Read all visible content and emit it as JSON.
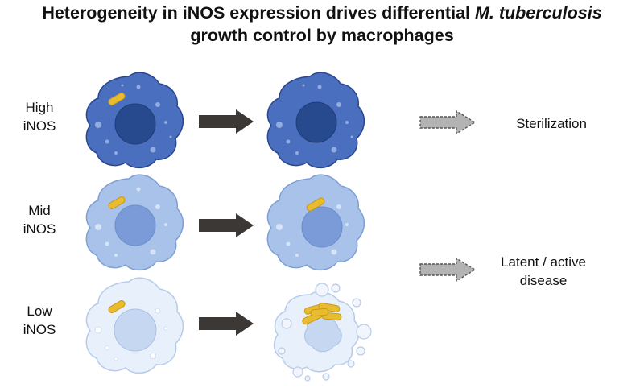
{
  "title": {
    "line1_part1": "Heterogeneity in iNOS expression drives differential ",
    "line1_italic": "M. tuberculosis",
    "line2": "growth control by macrophages"
  },
  "rows": [
    {
      "label_line1": "High",
      "label_line2": "iNOS"
    },
    {
      "label_line1": "Mid",
      "label_line2": "iNOS"
    },
    {
      "label_line1": "Low",
      "label_line2": "iNOS"
    }
  ],
  "outcomes": {
    "sterilization": "Sterilization",
    "disease_line1": "Latent / active",
    "disease_line2": "disease"
  },
  "colors": {
    "high_cell": "#4a6fbe",
    "high_edge": "#2a4690",
    "high_nucleus": "#274a8e",
    "mid_cell": "#a8c2ea",
    "mid_edge": "#7f9fd4",
    "mid_nucleus": "#7b9bd8",
    "low_cell": "#e8f0fb",
    "low_edge": "#b7cbe8",
    "low_nucleus": "#c6d8f1",
    "bacteria": "#e9bb2e",
    "solid_arrow": "#3b3836",
    "dashed_arrow_fill": "#b3b3b3",
    "dashed_arrow_edge": "#555555"
  }
}
